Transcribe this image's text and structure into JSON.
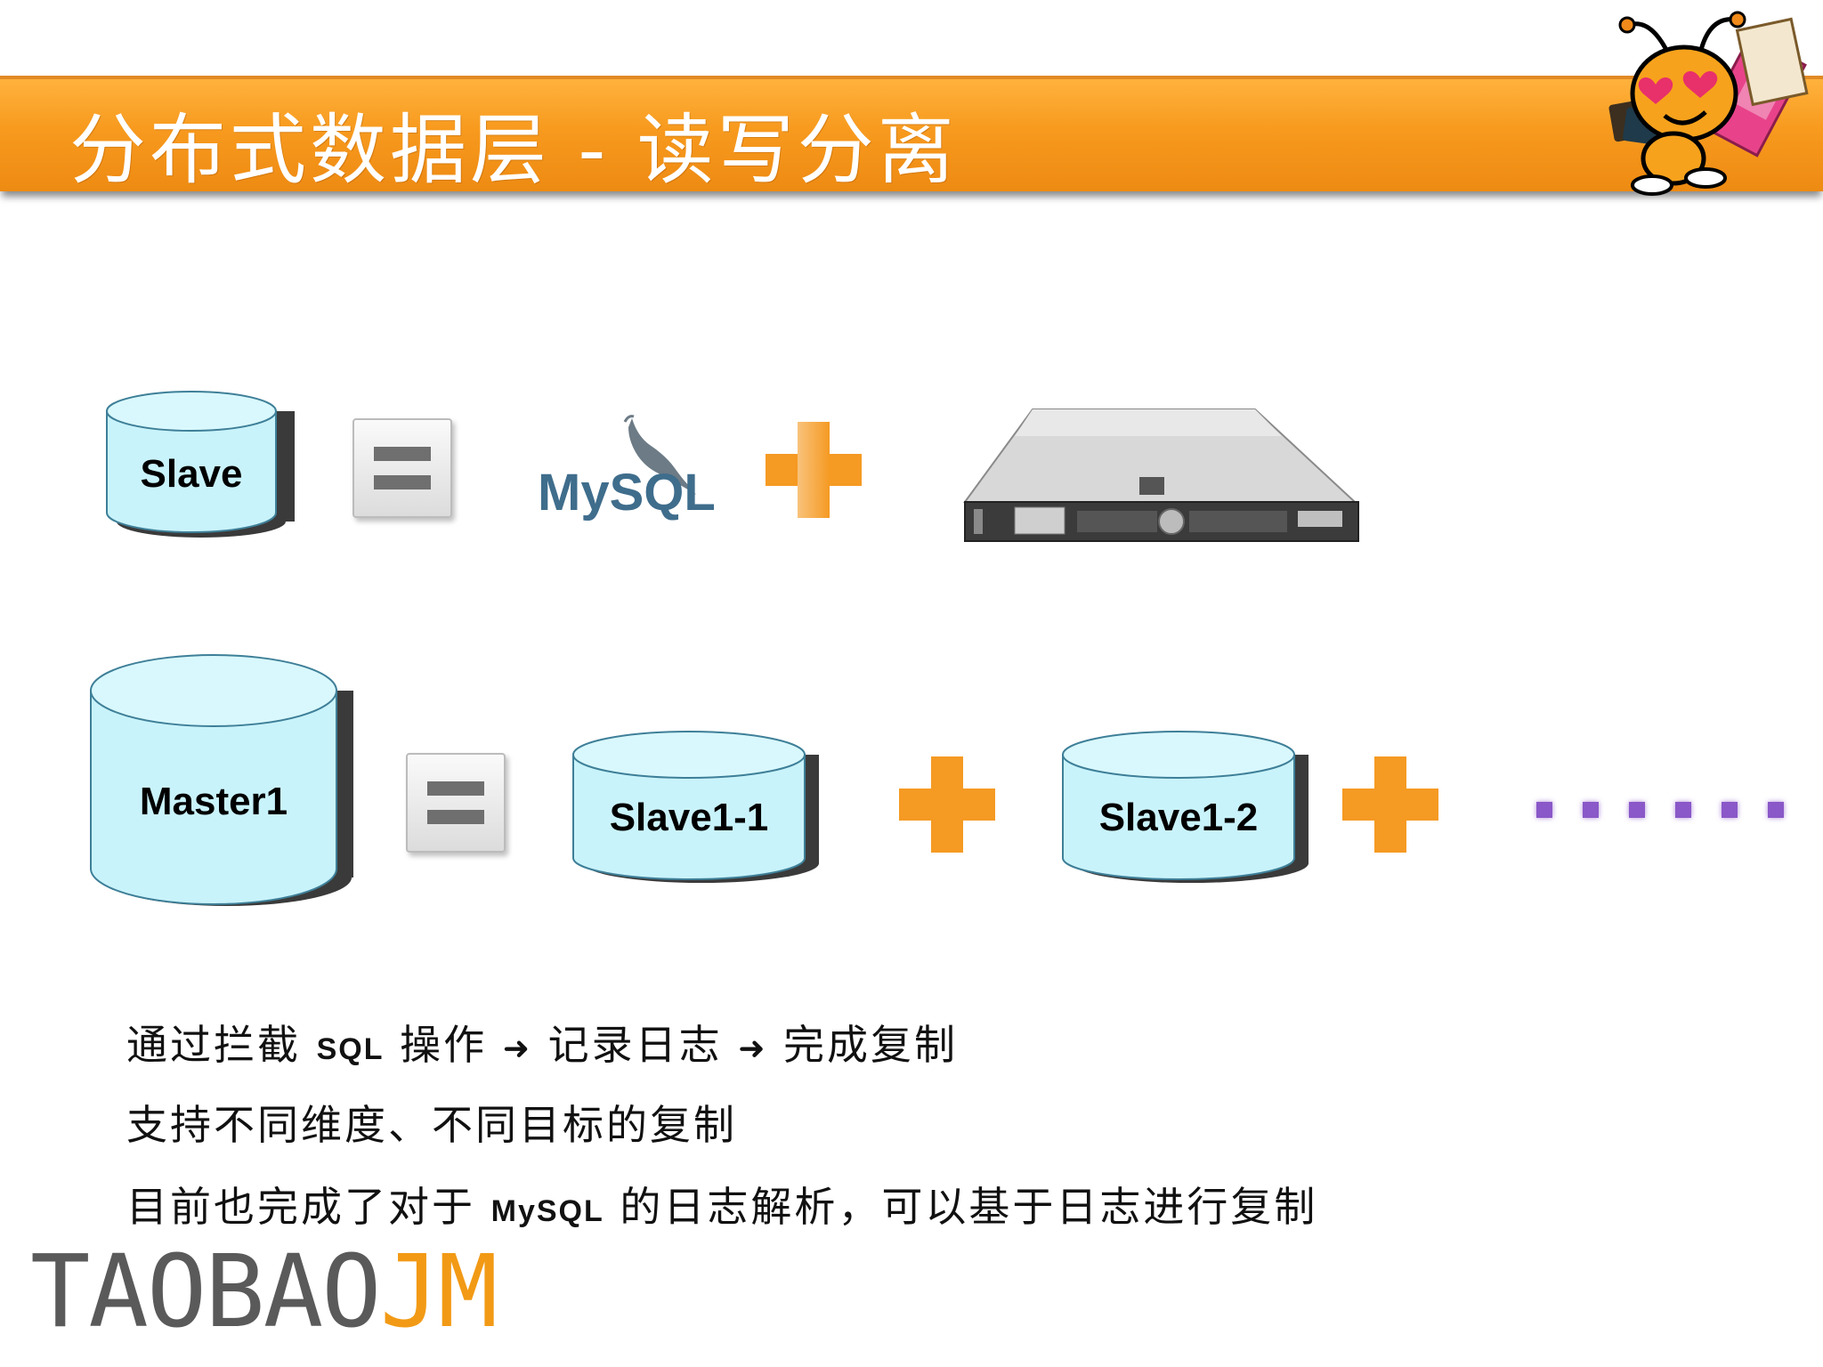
{
  "header": {
    "title": "分布式数据层 - 读写分离"
  },
  "row1": {
    "slave_label": "Slave",
    "mysql_logo_text": "MySQL"
  },
  "row2": {
    "master_label": "Master1",
    "slave1_label": "Slave1-1",
    "slave2_label": "Slave1-2",
    "ellipsis_dots": 6
  },
  "notes": {
    "line1_a": "通过拦截",
    "line1_sql": "SQL",
    "line1_b": "操作",
    "line1_c": "记录日志",
    "line1_d": "完成复制",
    "line2": "支持不同维度、不同目标的复制",
    "line3_a": "目前也完成了对于",
    "line3_mysql": "MySQL",
    "line3_b": "的日志解析，可以基于日志进行复制"
  },
  "footer": {
    "brand_part1": "TAOBAO",
    "brand_part2": "JM"
  },
  "colors": {
    "banner_orange": "#f79a1e",
    "plus_orange": "#f59a23",
    "cylinder_cyan": "#c9f3fb",
    "dot_purple": "#8a58c8",
    "brand_gray": "#5a5a5a",
    "brand_orange": "#f29a15"
  }
}
